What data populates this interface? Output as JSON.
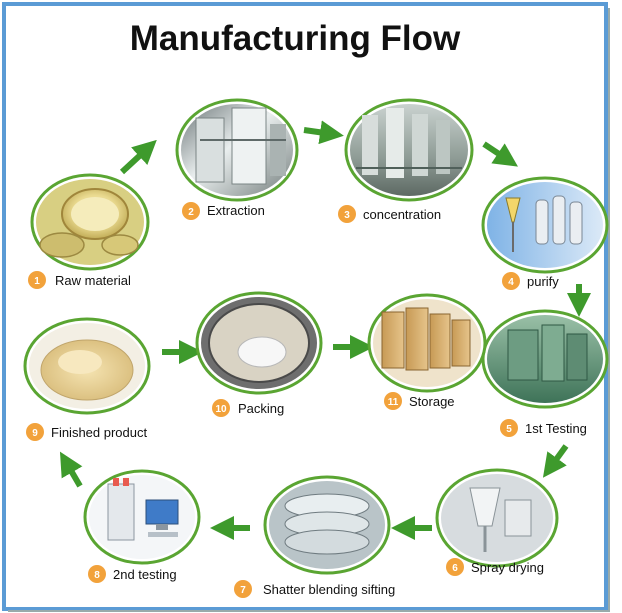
{
  "title": "Manufacturing Flow",
  "steps": [
    {
      "num": "1",
      "label": "Raw material"
    },
    {
      "num": "2",
      "label": "Extraction"
    },
    {
      "num": "3",
      "label": "concentration"
    },
    {
      "num": "4",
      "label": "purify"
    },
    {
      "num": "5",
      "label": "1st Testing"
    },
    {
      "num": "6",
      "label": "Spray drying"
    },
    {
      "num": "7",
      "label": "Shatter blending sifting"
    },
    {
      "num": "8",
      "label": "2nd testing"
    },
    {
      "num": "9",
      "label": "Finished product"
    },
    {
      "num": "10",
      "label": "Packing"
    },
    {
      "num": "11",
      "label": "Storage"
    }
  ],
  "colors": {
    "border": "#5b9bd5",
    "ring": "#5aa532",
    "arrow": "#3e9a2c",
    "badge": "#f2a23b"
  }
}
